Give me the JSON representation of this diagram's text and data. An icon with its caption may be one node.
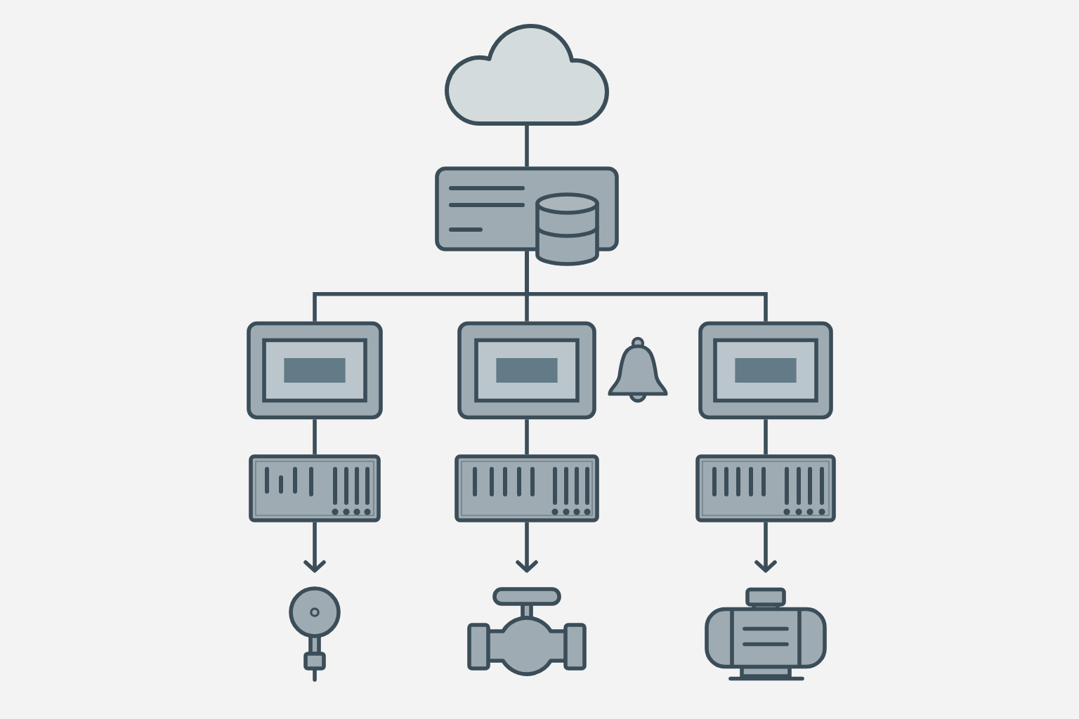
{
  "diagram": {
    "nodes": [
      {
        "text": [],
        "shape": "cloud"
      },
      {
        "text": [],
        "shape": "box"
      },
      {
        "text": [],
        "shape": "box"
      },
      {
        "text": [],
        "shape": "box"
      },
      {
        "text": [],
        "shape": "box"
      },
      {
        "text": [],
        "shape": "box"
      },
      {
        "text": [],
        "shape": "box"
      },
      {
        "text": [],
        "shape": "box"
      },
      {
        "text": [],
        "shape": "picture"
      },
      {
        "text": [],
        "shape": "picture"
      },
      {
        "text": [],
        "shape": "picture"
      }
    ],
    "edges": [
      {
        "from": 0,
        "to": 1,
        "arrow": "none"
      },
      {
        "from": 1,
        "to": 2,
        "arrow": "none"
      },
      {
        "from": 1,
        "to": 3,
        "arrow": "none"
      },
      {
        "from": 1,
        "to": 4,
        "arrow": "none"
      },
      {
        "from": 2,
        "to": 5,
        "arrow": "none"
      },
      {
        "from": 3,
        "to": 6,
        "arrow": "none"
      },
      {
        "from": 4,
        "to": 7,
        "arrow": "none"
      },
      {
        "from": 5,
        "to": 8,
        "arrow": "to"
      },
      {
        "from": 6,
        "to": 9,
        "arrow": "to"
      },
      {
        "from": 7,
        "to": 10,
        "arrow": "to"
      }
    ]
  }
}
